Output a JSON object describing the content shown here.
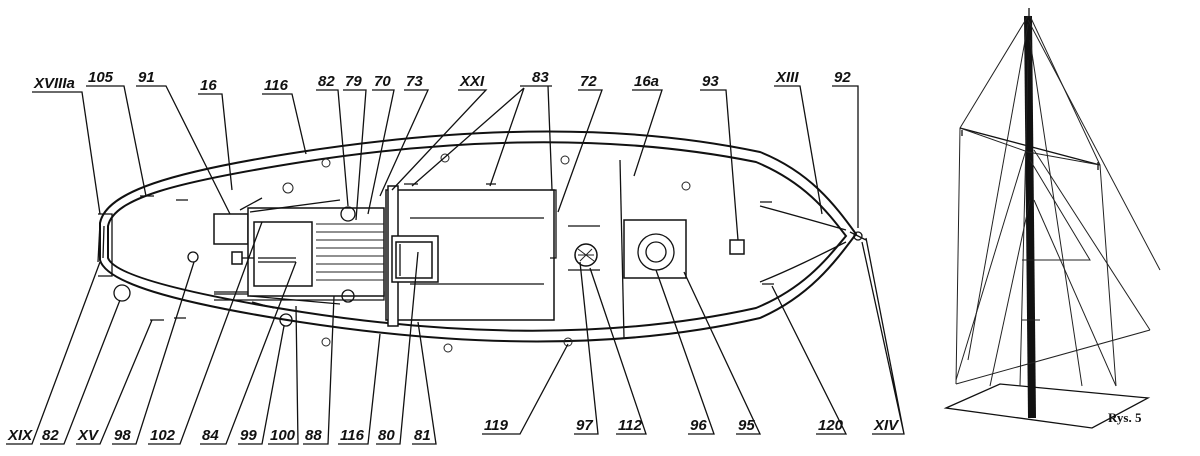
{
  "figure": {
    "caption": "Rys. 5"
  },
  "top_labels": [
    "XVIIIa",
    "105",
    "91",
    "16",
    "116",
    "82",
    "79",
    "70",
    "73",
    "XXI",
    "83",
    "72",
    "16a",
    "93",
    "XIII",
    "92"
  ],
  "bottom_labels": [
    "XIX",
    "82",
    "XV",
    "98",
    "102",
    "84",
    "99",
    "100",
    "88",
    "116",
    "80",
    "81",
    "119",
    "97",
    "112",
    "96",
    "95",
    "120",
    "XIV"
  ]
}
